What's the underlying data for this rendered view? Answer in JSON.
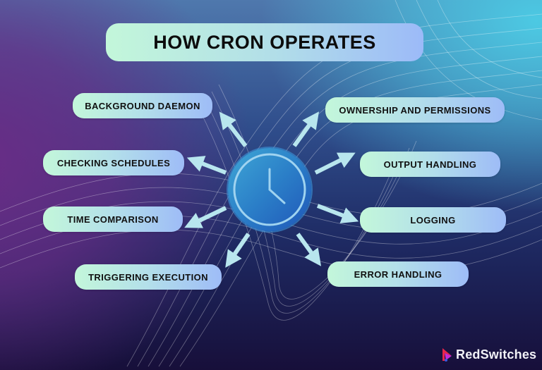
{
  "title": "HOW CRON OPERATES",
  "center_icon": "clock-icon",
  "nodes": {
    "background_daemon": "BACKGROUND DAEMON",
    "checking_schedules": "CHECKING SCHEDULES",
    "time_comparison": "TIME COMPARISON",
    "triggering_execution": "TRIGGERING EXECUTION",
    "ownership_permissions": "OWNERSHIP AND PERMISSIONS",
    "output_handling": "OUTPUT HANDLING",
    "logging": "LOGGING",
    "error_handling": "ERROR HANDLING"
  },
  "brand": {
    "name": "RedSwitches",
    "logo_icon": "redswitches-logo-icon",
    "colors": {
      "primary": "#e8254c",
      "secondary": "#c52bd8"
    }
  },
  "colors": {
    "pill_gradient_start": "#c3f7da",
    "pill_gradient_end": "#9ebcf7",
    "arrow": "#b8e6ee",
    "clock_fill": "#2b7fc8",
    "background_top_right": "#4cc9e3",
    "background_left": "#6a2c86",
    "background_bottom": "#170f3a"
  }
}
